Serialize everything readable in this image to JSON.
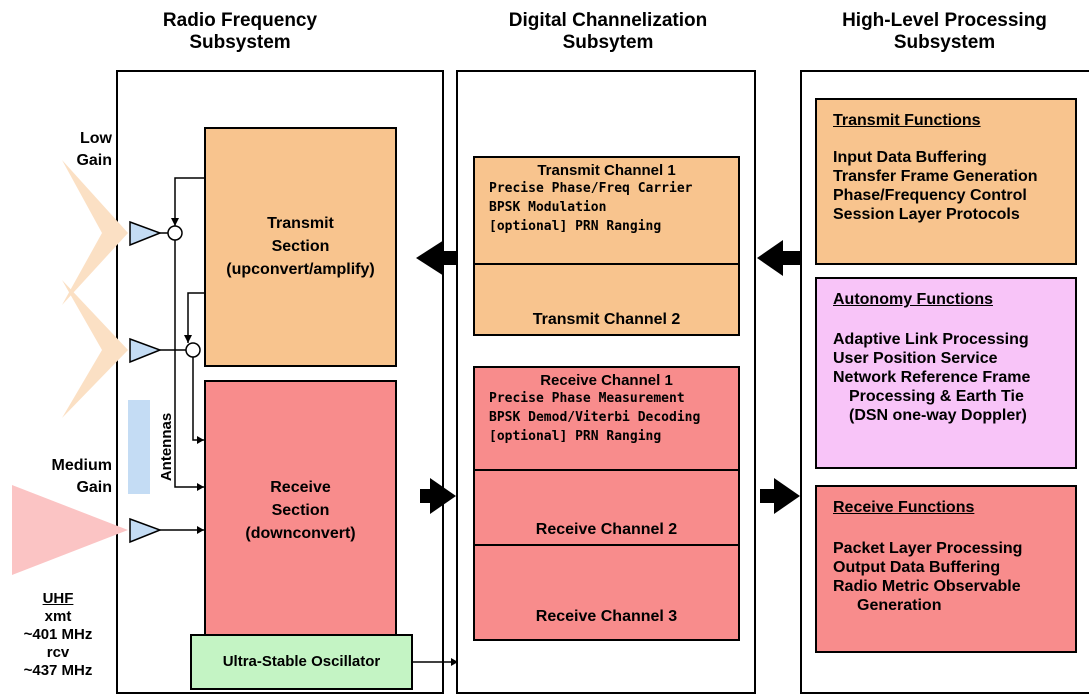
{
  "headers": {
    "rf": [
      "Radio Frequency",
      "Subsystem"
    ],
    "dc": [
      "Digital Channelization",
      "Subsytem"
    ],
    "hl": [
      "High-Level Processing",
      "Subsystem"
    ]
  },
  "antenna_labels": {
    "low": [
      "Low",
      "Gain"
    ],
    "medium": [
      "Medium",
      "Gain"
    ],
    "antennas": "Antennas"
  },
  "uhf": {
    "title": "UHF",
    "lines": [
      "xmt",
      "~401 MHz",
      "rcv",
      "~437 MHz"
    ]
  },
  "rf": {
    "transmit": [
      "Transmit",
      "Section",
      "(upconvert/amplify)"
    ],
    "receive": [
      "Receive",
      "Section",
      "(downconvert)"
    ],
    "oscillator": "Ultra-Stable Oscillator"
  },
  "dc": {
    "tx1": {
      "title": "Transmit Channel 1",
      "lines": [
        "Precise Phase/Freq Carrier",
        "BPSK Modulation",
        "[optional] PRN Ranging"
      ]
    },
    "tx2": "Transmit Channel 2",
    "rx1": {
      "title": "Receive Channel 1",
      "lines": [
        "Precise Phase Measurement",
        "BPSK Demod/Viterbi Decoding",
        "[optional] PRN Ranging"
      ]
    },
    "rx2": "Receive Channel 2",
    "rx3": "Receive Channel 3"
  },
  "hl": {
    "transmit": {
      "title": "Transmit Functions",
      "items": [
        "Input Data Buffering",
        "Transfer Frame Generation",
        "Phase/Frequency Control",
        "Session Layer Protocols"
      ]
    },
    "autonomy": {
      "title": "Autonomy Functions",
      "items": [
        "Adaptive Link Processing",
        "User Position Service",
        "Network Reference Frame",
        "  Processing & Earth Tie",
        "  (DSN one-way Doppler)"
      ]
    },
    "receive": {
      "title": "Receive Functions",
      "items": [
        "Packet Layer Processing",
        "Output Data Buffering",
        "Radio Metric Observable",
        "   Generation"
      ]
    }
  },
  "colors": {
    "orange": "#f8c48e",
    "red": "#f88c8c",
    "pink": "#f8c4f8",
    "green": "#c4f4c4",
    "antenna_blue": "#c4dcf4"
  }
}
